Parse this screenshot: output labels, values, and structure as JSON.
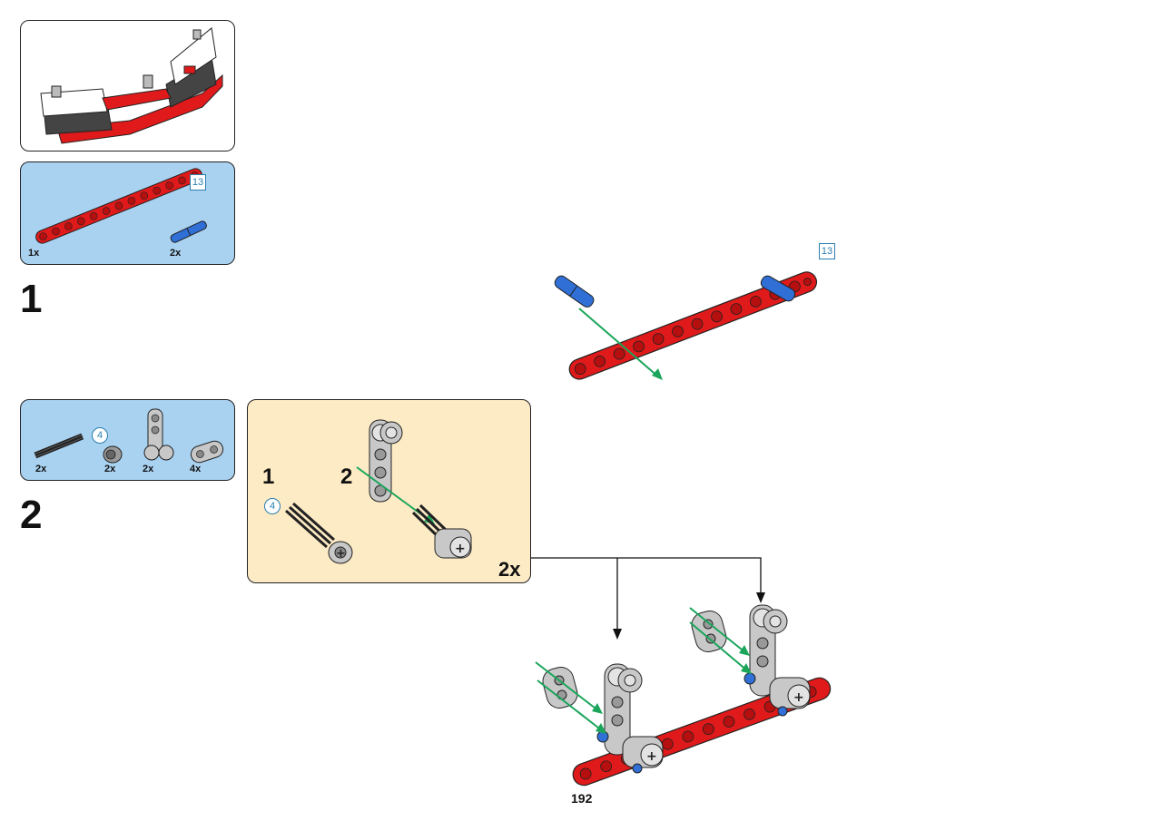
{
  "page": {
    "number": "192"
  },
  "colors": {
    "beam_red": "#e01a1a",
    "pin_blue": "#2f6fd6",
    "part_gray": "#c8c8c8",
    "arrow_green": "#1aa55a",
    "panel_blue": "#a9d1f0",
    "panel_cream": "#fdebc5"
  },
  "step1": {
    "number": "1",
    "parts_panel": {
      "beam": {
        "icon": "red-beam-13-icon",
        "qty": "1x",
        "length_label": "13"
      },
      "pin": {
        "icon": "blue-pin-icon",
        "qty": "2x"
      }
    },
    "assembly": {
      "length_label": "13"
    }
  },
  "step2": {
    "number": "2",
    "parts_panel": {
      "axle": {
        "icon": "black-axle-icon",
        "qty": "2x",
        "length_label": "4"
      },
      "bush": {
        "icon": "bush-icon",
        "qty": "2x"
      },
      "connector": {
        "icon": "gray-connector-icon",
        "qty": "2x"
      },
      "link": {
        "icon": "gray-link-icon",
        "qty": "4x"
      }
    },
    "subassembly": {
      "substep1": "1",
      "substep2": "2",
      "axle_length_label": "4",
      "multiplier": "2x"
    }
  }
}
